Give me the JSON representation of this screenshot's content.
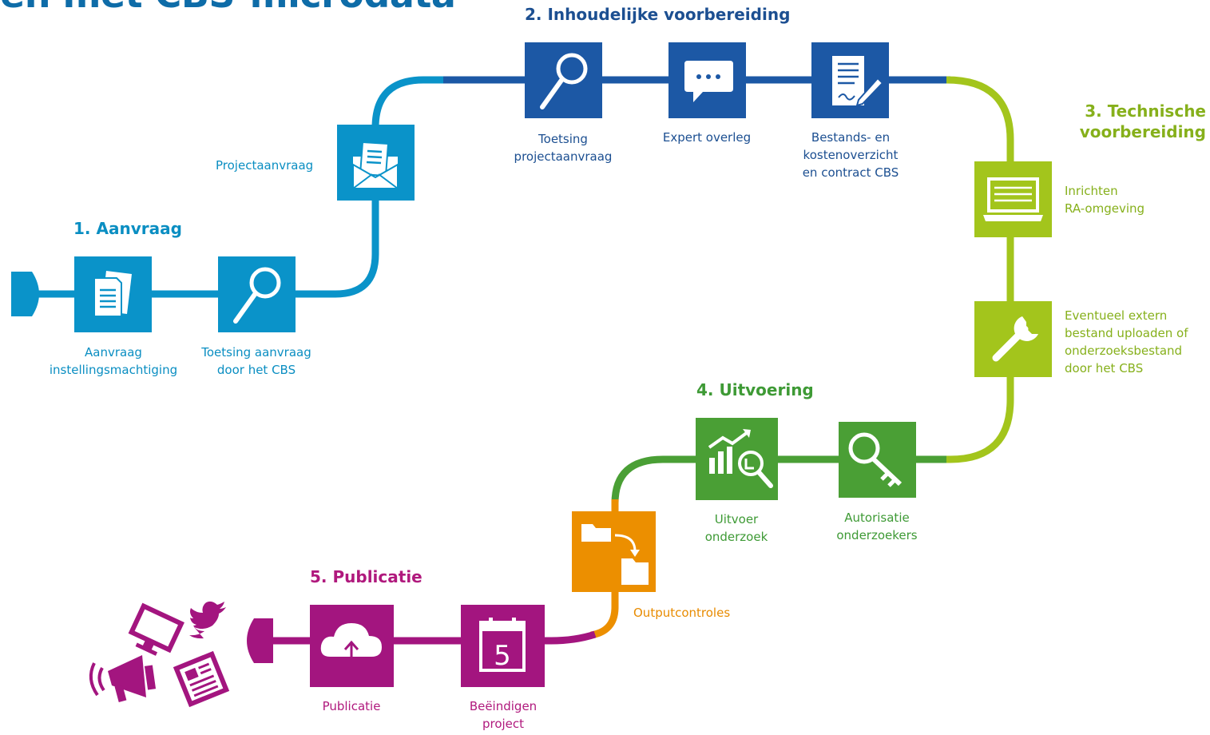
{
  "title": "en met CBS-microdata",
  "phases": {
    "p1": "1. Aanvraag",
    "p2": "2. Inhoudelijke voorbereiding",
    "p3": "3. Technische\nvoorbereiding",
    "p4": "4. Uitvoering",
    "p5": "5. Publicatie"
  },
  "steps": {
    "aanvraag": "Aanvraag\ninstellingsmachtiging",
    "toetsing_aanvraag": "Toetsing aanvraag\ndoor het CBS",
    "projectaanvraag": "Projectaanvraag",
    "toetsing_project": "Toetsing\nprojectaanvraag",
    "expert": "Expert overleg",
    "bestands": "Bestands- en\nkostenoverzicht\nen contract CBS",
    "inrichten": "Inrichten\nRA-omgeving",
    "extern": "Eventueel extern\nbestand uploaden of\nonderzoeksbestand\ndoor het CBS",
    "autorisatie": "Autorisatie\nonderzoekers",
    "uitvoer": "Uitvoer\nonderzoek",
    "output": "Outputcontroles",
    "publicatie": "Publicatie",
    "beeindigen": "Beëindigen\nproject"
  },
  "calendar_day": "5",
  "colors": {
    "blue": "#0a93c9",
    "dark_blue": "#1c58a5",
    "lime": "#a3c51c",
    "green": "#4a9f35",
    "orange": "#ec8f00",
    "purple": "#a3157f"
  },
  "icons": [
    "documents-icon",
    "magnifier-icon",
    "envelope-icon",
    "chat-bubble-icon",
    "contract-icon",
    "laptop-icon",
    "wrench-icon",
    "key-icon",
    "chart-magnifier-icon",
    "folder-transfer-icon",
    "calendar-icon",
    "cloud-upload-icon",
    "monitor-icon",
    "twitter-bird-icon",
    "megaphone-icon",
    "newspaper-icon"
  ]
}
